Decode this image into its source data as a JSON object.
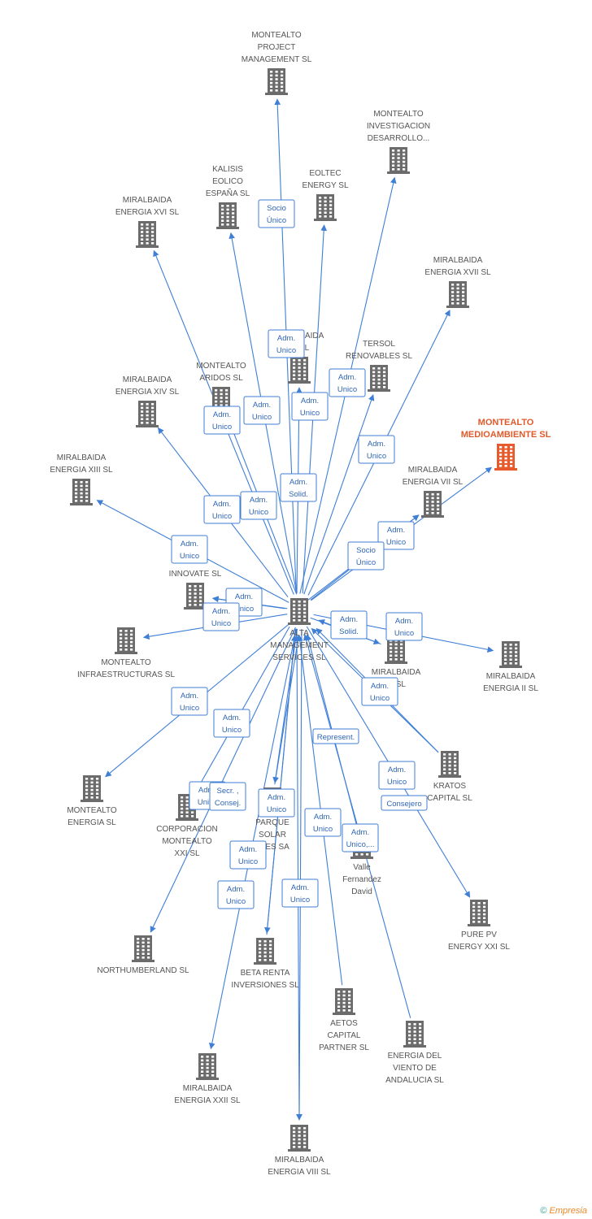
{
  "colors": {
    "edge": "#3f7fd6",
    "building": "#6b6b6b",
    "focus": "#e85a2b",
    "label": "#555555"
  },
  "center": {
    "label": [
      "ALTA",
      "MANAGEMENT",
      "SERVICES SL"
    ]
  },
  "nodes": [
    {
      "id": "mpm",
      "label": [
        "MONTEALTO",
        "PROJECT",
        "MANAGEMENT SL"
      ]
    },
    {
      "id": "mid",
      "label": [
        "MONTEALTO",
        "INVESTIGACION",
        "DESARROLLO..."
      ]
    },
    {
      "id": "kal",
      "label": [
        "KALISIS",
        "EOLICO",
        "ESPAÑA SL"
      ]
    },
    {
      "id": "eol",
      "label": [
        "EOLTEC",
        "ENERGY SL"
      ]
    },
    {
      "id": "m16",
      "label": [
        "MIRALBAIDA",
        "ENERGIA XVI SL"
      ]
    },
    {
      "id": "m17",
      "label": [
        "MIRALBAIDA",
        "ENERGIA XVII SL"
      ]
    },
    {
      "id": "m9",
      "label": [
        "MIRALBAIDA",
        "IX SL"
      ]
    },
    {
      "id": "ter",
      "label": [
        "TERSOL",
        "RENOVABLES SL"
      ]
    },
    {
      "id": "mar",
      "label": [
        "MONTEALTO",
        "ARIDOS SL"
      ]
    },
    {
      "id": "m14",
      "label": [
        "MIRALBAIDA",
        "ENERGIA XIV SL"
      ]
    },
    {
      "id": "mma",
      "label": [
        "MONTEALTO",
        "MEDIOAMBIENTE SL"
      ],
      "focus": true
    },
    {
      "id": "m13",
      "label": [
        "MIRALBAIDA",
        "ENERGIA XIII SL"
      ]
    },
    {
      "id": "m7",
      "label": [
        "MIRALBAIDA",
        "ENERGIA VII SL"
      ]
    },
    {
      "id": "inn",
      "label": [
        "INNOVATE SL"
      ]
    },
    {
      "id": "min",
      "label": [
        "MONTEALTO",
        "INFRAESTRUCTURAS SL"
      ]
    },
    {
      "id": "mxx",
      "label": [
        "MIRALBAIDA",
        "IA SL"
      ]
    },
    {
      "id": "m2",
      "label": [
        "MIRALBAIDA",
        "ENERGIA II SL"
      ]
    },
    {
      "id": "men",
      "label": [
        "MONTEALTO",
        "ENERGIA SL"
      ]
    },
    {
      "id": "cor",
      "label": [
        "CORPORACION",
        "MONTEALTO",
        "XXI SL"
      ]
    },
    {
      "id": "par",
      "label": [
        "PARQUE",
        "SOLAR",
        "ALES SA"
      ]
    },
    {
      "id": "kra",
      "label": [
        "KRATOS",
        "CAPITAL SL"
      ]
    },
    {
      "id": "val",
      "label": [
        "Valle",
        "Fernandez",
        "David"
      ]
    },
    {
      "id": "pur",
      "label": [
        "PURE PV",
        "ENERGY XXI SL"
      ]
    },
    {
      "id": "nor",
      "label": [
        "NORTHUMBERLAND SL"
      ]
    },
    {
      "id": "bet",
      "label": [
        "BETA RENTA",
        "INVERSIONES SL"
      ]
    },
    {
      "id": "aet",
      "label": [
        "AETOS",
        "CAPITAL",
        "PARTNER SL"
      ]
    },
    {
      "id": "eda",
      "label": [
        "ENERGIA DEL",
        "VIENTO DE",
        "ANDALUCIA SL"
      ]
    },
    {
      "id": "m22",
      "label": [
        "MIRALBAIDA",
        "ENERGIA XXII SL"
      ]
    },
    {
      "id": "m8",
      "label": [
        "MIRALBAIDA",
        "ENERGIA VIII SL"
      ]
    }
  ],
  "edge_labels": [
    [
      "Socio",
      "Único"
    ],
    [
      "Adm.",
      "Unico"
    ],
    [
      "Adm.",
      "Unico"
    ],
    [
      "Adm.",
      "Unico"
    ],
    [
      "Adm.",
      "Unico"
    ],
    [
      "Adm.",
      "Unico"
    ],
    [
      "Adm.",
      "Unico"
    ],
    [
      "Adm.",
      "Unico"
    ],
    [
      "Adm.",
      "Unico"
    ],
    [
      "Adm.",
      "Unico"
    ],
    [
      "Adm.",
      "Unico"
    ],
    [
      "Adm.",
      "Unico"
    ],
    [
      "Adm.",
      "Unico"
    ],
    [
      "Adm.",
      "Unico"
    ],
    [
      "Adm.",
      "Unico"
    ],
    [
      "Adm.",
      "Unico"
    ],
    [
      "Adm.",
      "Unico"
    ],
    [
      "Adm.",
      "Unico"
    ],
    [
      "Adm.",
      "Solid."
    ],
    [
      "Adm.",
      "Unico"
    ],
    [
      "Consejero"
    ],
    [
      "Represent."
    ],
    [
      "Adm.",
      "Unico"
    ],
    [
      "Adm.",
      "Unico,..."
    ],
    [
      "Secr. ,",
      "Consej."
    ],
    [
      "Adm.",
      "Unico"
    ],
    [
      "Adm.",
      "Solid."
    ],
    [
      "Adm.",
      "Unico"
    ],
    [
      "Adm.",
      "Unico"
    ],
    [
      "Socio",
      "Único"
    ],
    [
      "Adm.",
      "Unico"
    ],
    [
      "Represent."
    ]
  ],
  "footer": {
    "copyright": "©",
    "brand": "Empresia"
  }
}
